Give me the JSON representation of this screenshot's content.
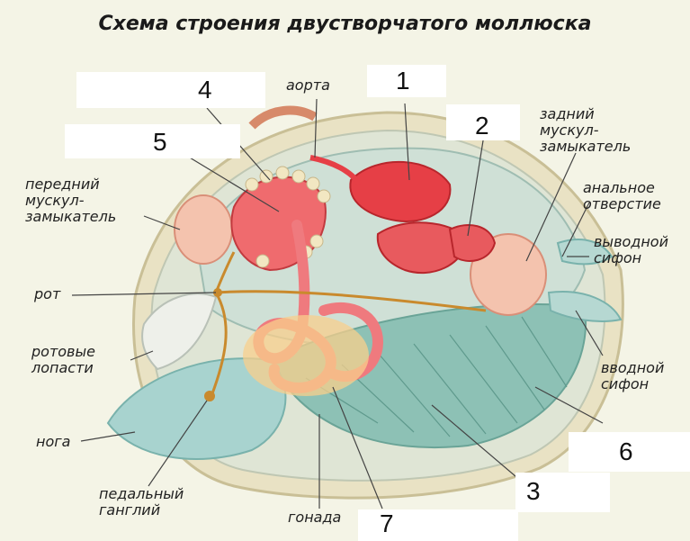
{
  "title": "Схема строения двустворчатого моллюска",
  "labels": {
    "aorta": "аорта",
    "anterior_adductor": "передний\nмускул-\nзамыкатель",
    "mouth": "рот",
    "oral_lobes": "ротовые\nлопасти",
    "foot": "нога",
    "pedal_ganglion": "педальный\nганглий",
    "gonad": "гонада",
    "posterior_adductor": "задний\nмускул-\nзамыкатель",
    "anal_opening": "анальное\nотверстие",
    "exhalant_siphon": "выводной\nсифон",
    "inhalant_siphon": "вводной\nсифон"
  },
  "numbers": [
    "1",
    "2",
    "3",
    "4",
    "5",
    "6",
    "7"
  ],
  "colors": {
    "background": "#f4f4e6",
    "shell": "#ece6c8",
    "mantle": "#a9ccc4",
    "gill": "#7fb7ac",
    "muscle": "#f2b7a3",
    "organ_red": "#e8454a",
    "nerve": "#c98a2d",
    "gonad": "#f6c77e"
  }
}
